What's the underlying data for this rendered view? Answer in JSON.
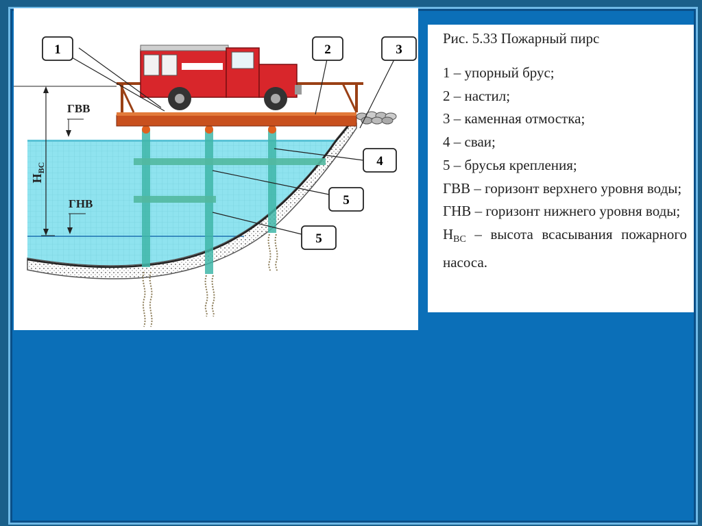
{
  "figure": {
    "callouts": [
      "1",
      "2",
      "3",
      "4",
      "5",
      "5"
    ],
    "level_high": "ГВВ",
    "level_low": "ГНВ",
    "suction_height_main": "H",
    "suction_height_sub": "ВС"
  },
  "caption": {
    "title": "Рис. 5.33  Пожарный пирс",
    "items": [
      "1 – упорный брус;",
      "2 – настил;",
      "3 – каменная отмостка;",
      "4 – сваи;",
      "5 – брусья крепления;",
      "ГВВ – горизонт верхнего уровня воды;",
      "ГНВ – горизонт нижнего уровня воды;"
    ],
    "last_main": "Н",
    "last_sub": "ВС",
    "last_rest": " – высота всасывания пожарного насоса."
  },
  "colors": {
    "slide_bg": "#0b6fb8",
    "water": "#8fe3ef",
    "deck": "#c8501e",
    "truck_red": "#d8262b",
    "ground": "#999999"
  }
}
